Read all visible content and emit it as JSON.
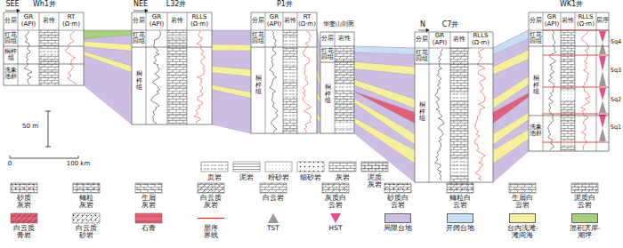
{
  "diagram": {
    "labels": [
      "SEE",
      "Wh1井",
      "NEE",
      "L32井",
      "P1井",
      "华蓥山剖面",
      "N",
      "C7井",
      "WK1井",
      "分层",
      "GR (API)",
      "岩性",
      "RT (Ω·m)",
      "分层",
      "GR (API)",
      "岩性",
      "RLLS (Ω·m)",
      "分层",
      "GR (API)",
      "岩性",
      "RT (Ω·m)",
      "分层",
      "岩性",
      "分层",
      "GR (API)",
      "岩性",
      "RLLS (Ω·m)",
      "分层",
      "GR (API)",
      "岩性",
      "RLLS (Ω·m)",
      "层序",
      "红花园组",
      "桐梓组",
      "洗象池群",
      "红花园组",
      "桐梓组",
      "红花园组",
      "桐梓组",
      "红花园组",
      "桐梓组",
      "红花园组",
      "桐梓组",
      "红花园组",
      "桐梓组",
      "洗象池群",
      "Sq4",
      "Sq3",
      "Sq2",
      "Sq1",
      "50 m",
      "0",
      "100 km"
    ],
    "legend": [
      {
        "text": "页岩"
      },
      {
        "text": "泥岩"
      },
      {
        "text": "粉砂岩"
      },
      {
        "text": "细砂岩"
      },
      {
        "text": "灰岩"
      },
      {
        "text": "泥质灰岩"
      },
      {
        "text": "砂质灰岩"
      },
      {
        "text": "鲕粒灰岩"
      },
      {
        "text": "生屑灰岩"
      },
      {
        "text": "白云质灰岩"
      },
      {
        "text": "白云岩"
      },
      {
        "text": "灰质白云岩"
      },
      {
        "text": "砂质白云岩"
      },
      {
        "text": "鲕粒白云岩"
      },
      {
        "text": "生屑白云岩"
      },
      {
        "text": "泥质白云岩"
      },
      {
        "text": "白云质膏岩"
      },
      {
        "text": "白云质砂岩"
      },
      {
        "text": "石膏"
      },
      {
        "text": "层序界线"
      },
      {
        "text": "TST"
      },
      {
        "text": "HST"
      },
      {
        "text": "局限台地",
        "color": "#cdbfe3"
      },
      {
        "text": "开阔台地",
        "color": "#c8def2"
      },
      {
        "text": "台内浅滩-滩间海",
        "color": "#f6ef9e"
      },
      {
        "text": "混积滨岸-潮坪",
        "color": "#a9cf7e"
      }
    ]
  }
}
